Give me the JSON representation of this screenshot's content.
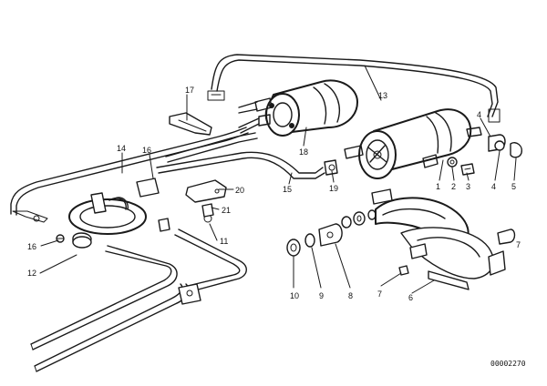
{
  "callouts": {
    "c1": "1",
    "c2": "2",
    "c3": "3",
    "c4a": "4",
    "c4b": "4",
    "c5": "5",
    "c6": "6",
    "c7a": "7",
    "c7b": "7",
    "c8": "8",
    "c9": "9",
    "c10": "10",
    "c11": "11",
    "c12": "12",
    "c13": "13",
    "c14": "14",
    "c15": "15",
    "c16a": "16",
    "c16b": "16",
    "c17": "17",
    "c18": "18",
    "c19": "19",
    "c20": "20",
    "c21": "21"
  },
  "catalog_number": "00002270"
}
